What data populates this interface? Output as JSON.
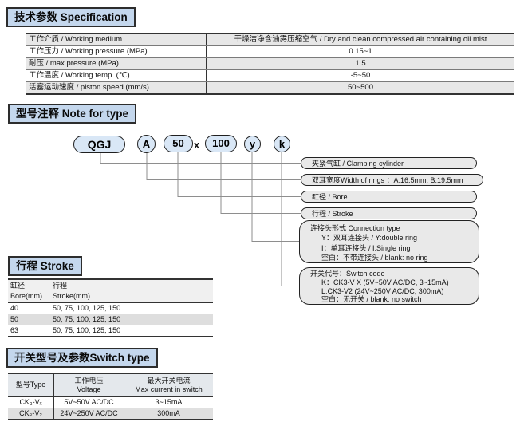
{
  "colors": {
    "section_title_bg": "#c4d7ed",
    "oval_fill": "#d9e7f6",
    "label_box_fill": "#e9e9e9",
    "row_shade": "#e7e7e7",
    "table_border": "#333333"
  },
  "sections": {
    "spec": {
      "title": "技术参数 Specification",
      "table": {
        "rows": [
          {
            "label": "工作介质 / Working medium",
            "value": "干燥洁净含油雾压缩空气 / Dry and clean compressed air containing oil mist"
          },
          {
            "label": "工作压力 / Working pressure (MPa)",
            "value": "0.15~1"
          },
          {
            "label": "耐压 / max pressure  (MPa)",
            "value": "1.5"
          },
          {
            "label": "工作温度 / Working temp. (℃)",
            "value": "-5~50"
          },
          {
            "label": "活塞运动速度 / piston speed (mm/s)",
            "value": "50~500"
          }
        ]
      }
    },
    "note": {
      "title": "型号注释 Note for type",
      "model_parts": {
        "series": "QGJ",
        "ring_width": "A",
        "bore": "50",
        "separator": "x",
        "stroke": "100",
        "connection": "y",
        "switch": "k"
      },
      "labels": [
        {
          "lines": [
            "夹紧气缸 / Clamping cylinder"
          ]
        },
        {
          "lines": [
            "双耳宽度Width of rings ：A:16.5mm, B:19.5mm"
          ]
        },
        {
          "lines": [
            "缸径 / Bore"
          ]
        },
        {
          "lines": [
            "行程 / Stroke"
          ]
        },
        {
          "lines": [
            "连接头形式 Connection type",
            "Y：双耳连接头 / Y:double ring",
            "I：单耳连接头 / I:Single ring",
            "空白：不带连接头 / blank: no ring"
          ]
        },
        {
          "lines": [
            "开关代号：Switch code",
            "K：CK3-V X (5V~50V AC/DC, 3~15mA)",
            "L:CK3-V2 (24V~250V AC/DC, 300mA)",
            "空白：无开关 / blank: no switch"
          ]
        }
      ]
    },
    "stroke": {
      "title": "行程 Stroke",
      "table": {
        "headers": {
          "bore": [
            "缸径",
            "Bore(mm)"
          ],
          "stroke": [
            "行程",
            "Stroke(mm)"
          ]
        },
        "rows": [
          {
            "bore": "40",
            "stroke": "50, 75, 100, 125, 150"
          },
          {
            "bore": "50",
            "stroke": "50, 75, 100, 125, 150"
          },
          {
            "bore": "63",
            "stroke": "50, 75, 100, 125, 150"
          }
        ]
      }
    },
    "switch": {
      "title": "开关型号及参数Switch type",
      "table": {
        "headers": {
          "type": [
            "型号Type"
          ],
          "voltage": [
            "工作电压",
            "Voltage"
          ],
          "current": [
            "最大开关电流",
            "Max current in switch"
          ]
        },
        "rows": [
          {
            "type": "CK₃-Vₓ",
            "voltage": "5V~50V AC/DC",
            "current": "3~15mA"
          },
          {
            "type": "CK₃-V₂",
            "voltage": "24V~250V AC/DC",
            "current": "300mA"
          }
        ]
      }
    }
  }
}
